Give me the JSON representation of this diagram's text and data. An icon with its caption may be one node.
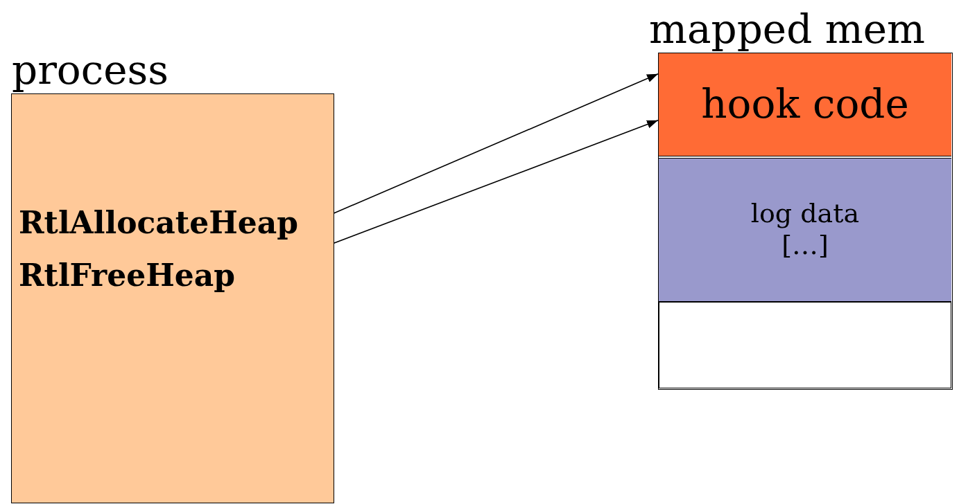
{
  "diagram": {
    "nodes": [
      {
        "text": [
          "process"
        ]
      },
      {
        "text": [
          "RtlAllocateHeap"
        ],
        "in": 0
      },
      {
        "text": [
          "RtlFreeHeap"
        ],
        "in": 0
      },
      {
        "text": [
          "mapped mem"
        ]
      },
      {
        "text": [
          "hook code"
        ],
        "in": 3
      },
      {
        "text": [
          "log data […]"
        ],
        "in": 3
      },
      {
        "text": [],
        "shape": "box",
        "in": 3
      }
    ],
    "edges": [
      {
        "from": 1,
        "to": 4,
        "arrow": "to"
      },
      {
        "from": 2,
        "to": 4,
        "arrow": "to"
      }
    ]
  }
}
